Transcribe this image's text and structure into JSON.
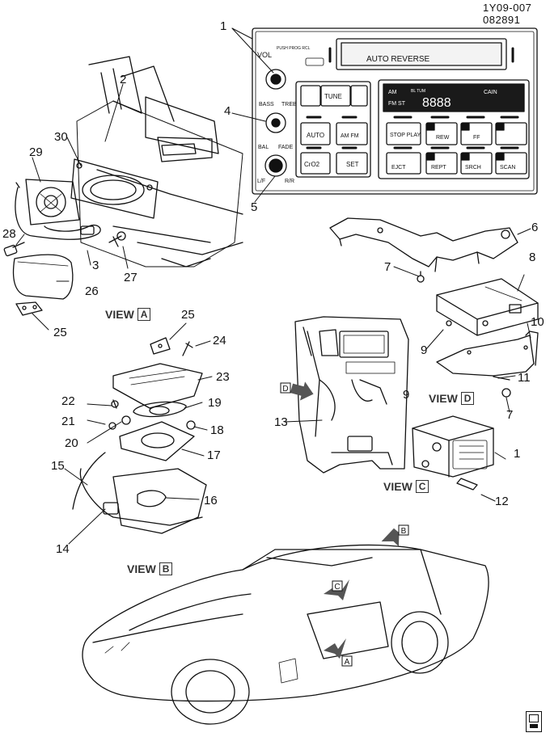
{
  "header": {
    "code": "1Y09-007",
    "date": "082891"
  },
  "views": [
    {
      "prefix": "VIEW",
      "letter": "A"
    },
    {
      "prefix": "VIEW",
      "letter": "B"
    },
    {
      "prefix": "VIEW",
      "letter": "C"
    },
    {
      "prefix": "VIEW",
      "letter": "D"
    }
  ],
  "callouts": [
    "1",
    "2",
    "3",
    "4",
    "5",
    "6",
    "7",
    "8",
    "9",
    "10",
    "11",
    "12",
    "13",
    "14",
    "15",
    "16",
    "17",
    "18",
    "19",
    "20",
    "21",
    "22",
    "23",
    "24",
    "25",
    "26",
    "27",
    "28",
    "29",
    "30"
  ],
  "radio": {
    "display_label": "AUTO REVERSE",
    "vol_label": "VOL",
    "push_label": "PUSH PROG RCL",
    "bass_label": "BASS",
    "treb_label": "TREB",
    "bal_label": "BAL",
    "fade_label": "FADE",
    "lf_label": "L/F",
    "rr_label": "R/R",
    "buttons": {
      "tune": "TUNE",
      "auto": "AUTO",
      "amfm": "AM FM",
      "cro2": "CrO2",
      "set": "SET",
      "stop": "STOP PLAY",
      "rew": "REW",
      "ff": "FF",
      "ejct": "EJCT",
      "rept": "REPT",
      "srch": "SRCH",
      "scan": "SCAN"
    },
    "lcd": {
      "am": "AM",
      "fm": "FM ST",
      "bltum": "BL TUM",
      "cain": "CAIN",
      "time": "8888"
    }
  },
  "arrow_letters": {
    "a": "A",
    "b": "B",
    "c": "C",
    "d": "D"
  }
}
